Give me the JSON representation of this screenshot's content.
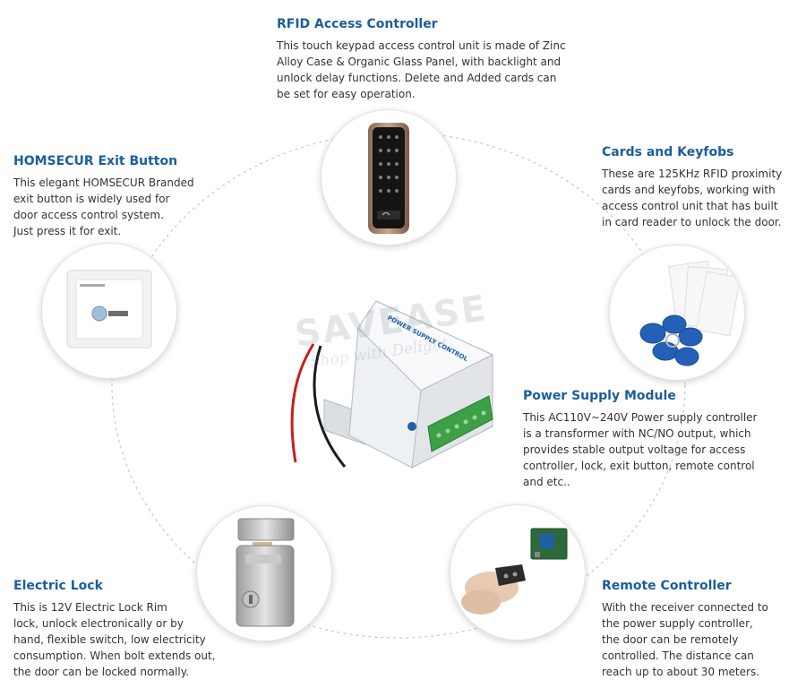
{
  "watermark": {
    "brand": "SAVEASE",
    "tagline": "Shop with Delight"
  },
  "power_box_label": "POWER SUPPLY CONTROL",
  "sections": {
    "rfid": {
      "title": "RFID Access Controller",
      "description": "This touch keypad access control unit is made of Zinc\nAlloy Case & Organic Glass Panel, with backlight and\nunlock delay functions. Delete and Added cards can\nbe set for easy operation."
    },
    "exit_button": {
      "title": "HOMSECUR Exit Button",
      "description": "This elegant HOMSECUR Branded\nexit button is widely used for\ndoor access control system.\nJust press it for exit."
    },
    "cards": {
      "title": "Cards and Keyfobs",
      "description": "These are 125KHz RFID proximity\ncards and keyfobs, working with\naccess control unit that has built\nin card reader to unlock the door."
    },
    "power_supply": {
      "title": "Power Supply Module",
      "description": "This AC110V~240V Power supply controller\nis a transformer with NC/NO output, which\nprovides stable output voltage for access\ncontroller, lock, exit button, remote control\nand etc.."
    },
    "lock": {
      "title": "Electric Lock",
      "description": "This is 12V Electric Lock Rim\nlock, unlock electronically or by\nhand, flexible switch, low electricity\nconsumption. When bolt extends out,\nthe door can be locked normally."
    },
    "remote": {
      "title": "Remote Controller",
      "description": "With the receiver connected to\nthe power supply controller,\nthe door can be remotely\ncontrolled. The distance can\nreach up to about 30 meters."
    }
  },
  "colors": {
    "title": "#1b5e9c",
    "text": "#333333",
    "dash": "#c8c8c8"
  }
}
